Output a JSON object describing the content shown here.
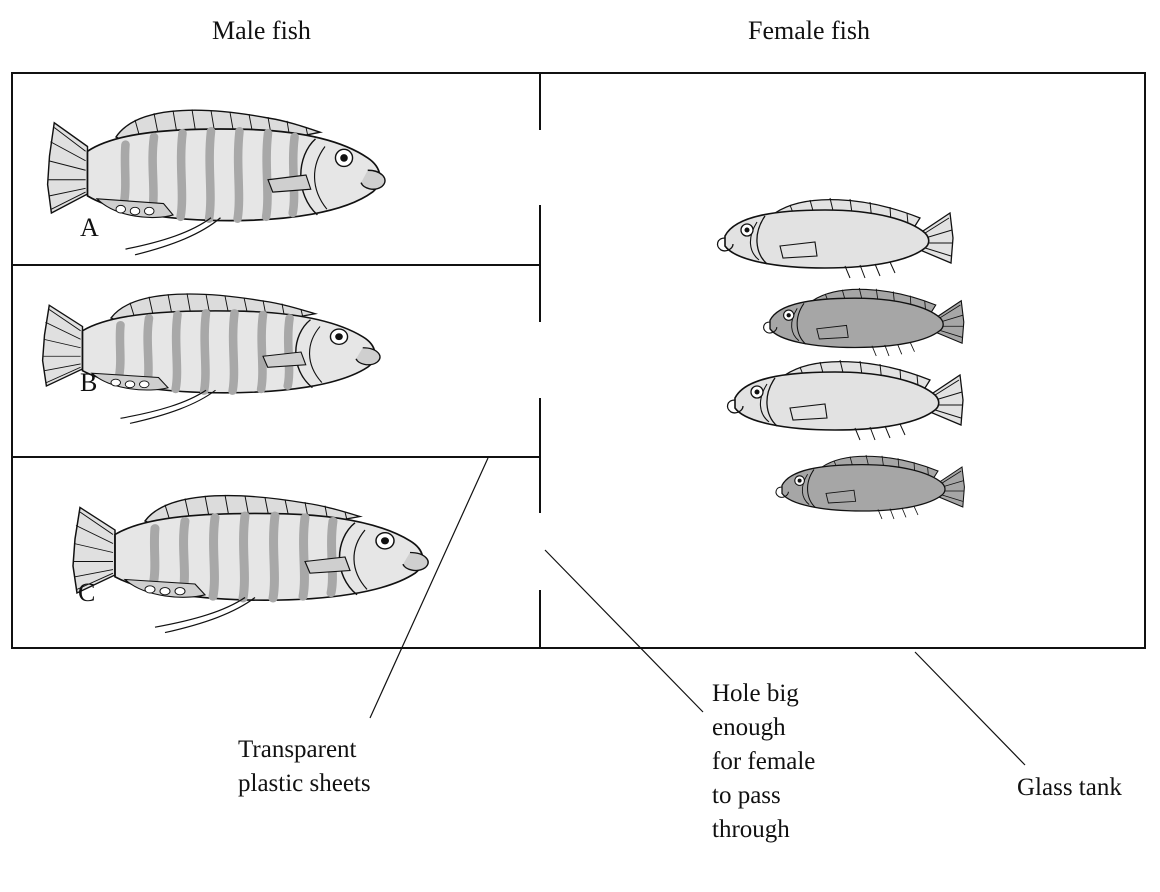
{
  "headers": {
    "male": "Male fish",
    "female": "Female fish"
  },
  "compartments": [
    {
      "label": "A"
    },
    {
      "label": "B"
    },
    {
      "label": "C"
    }
  ],
  "callouts": {
    "sheets": [
      "Transparent",
      "plastic sheets"
    ],
    "hole": [
      "Hole big",
      "enough",
      "for female",
      "to pass",
      "through"
    ],
    "tank": "Glass tank"
  },
  "colors": {
    "line": "#111111",
    "body_light": "#e6e6e6",
    "body_dark": "#9a9a9a",
    "stripe": "#a8a8a8",
    "female_light": "#e2e2e2",
    "female_dark": "#a6a6a6"
  }
}
